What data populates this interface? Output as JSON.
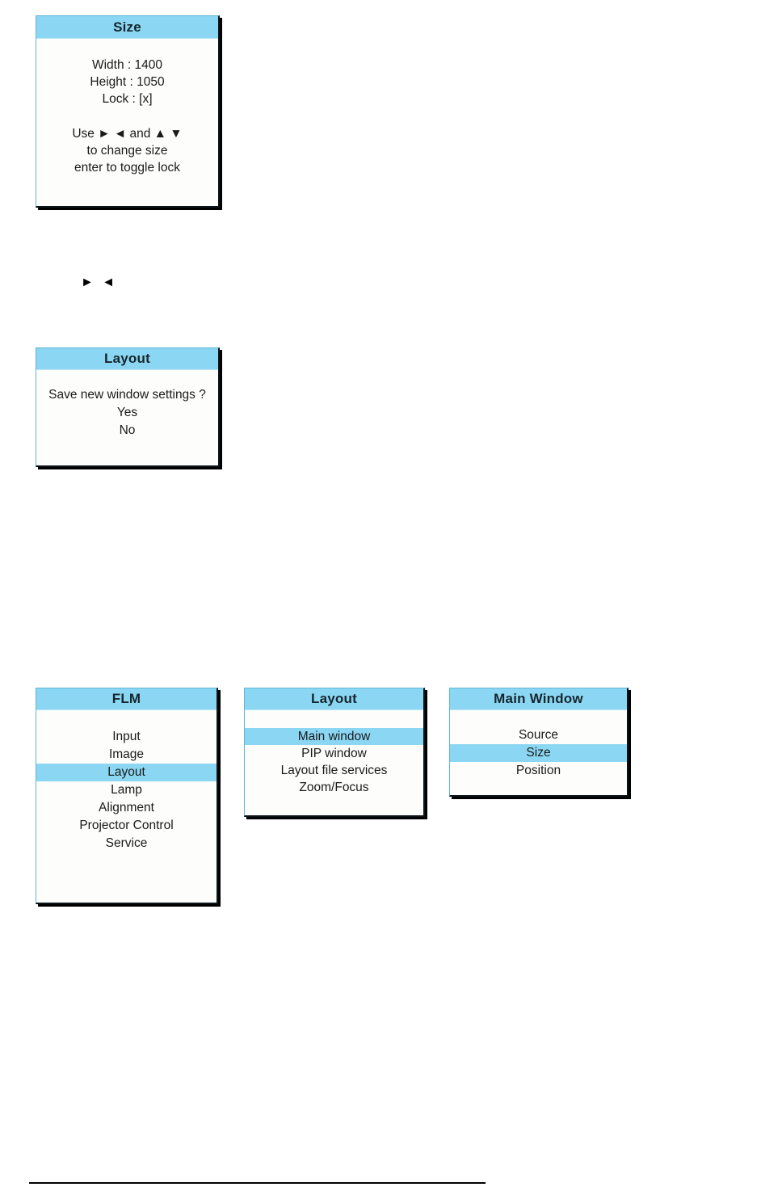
{
  "size_dialog": {
    "title": "Size",
    "fields": [
      {
        "label": "Width : 1400"
      },
      {
        "label": "Height : 1050"
      },
      {
        "label": "Lock : [x]"
      }
    ],
    "hints": [
      {
        "text": "Use ► ◄ and ▲ ▼"
      },
      {
        "text": "to change size"
      },
      {
        "text": "enter to toggle lock"
      }
    ],
    "values": {
      "width": "1400",
      "height": "1050",
      "lock": "[x]"
    }
  },
  "arrow_note": {
    "glyphs": "► ◄"
  },
  "layout_confirm": {
    "title": "Layout",
    "question": "Save new window settings ?",
    "options": [
      {
        "label": "Yes",
        "selected": false
      },
      {
        "label": "No",
        "selected": false
      }
    ]
  },
  "flm_menu": {
    "title": "FLM",
    "items": [
      {
        "label": "Input",
        "selected": false
      },
      {
        "label": "Image",
        "selected": false
      },
      {
        "label": "Layout",
        "selected": true
      },
      {
        "label": "Lamp",
        "selected": false
      },
      {
        "label": "Alignment",
        "selected": false
      },
      {
        "label": "Projector Control",
        "selected": false
      },
      {
        "label": "Service",
        "selected": false
      }
    ]
  },
  "layout_menu": {
    "title": "Layout",
    "items": [
      {
        "label": "Main window",
        "selected": true
      },
      {
        "label": "PIP window",
        "selected": false
      },
      {
        "label": "Layout file services",
        "selected": false
      },
      {
        "label": "Zoom/Focus",
        "selected": false
      }
    ]
  },
  "mainwindow_menu": {
    "title": "Main Window",
    "items": [
      {
        "label": "Source",
        "selected": false
      },
      {
        "label": "Size",
        "selected": true
      },
      {
        "label": "Position",
        "selected": false
      }
    ]
  },
  "colors": {
    "header_blue": "#8bd6f2",
    "highlight_blue": "#8bd6f2",
    "panel_background": "#fdfdfb",
    "border_blue": "#5fb6d8",
    "shadow_black": "#000000",
    "text": "#1a1a1a"
  }
}
